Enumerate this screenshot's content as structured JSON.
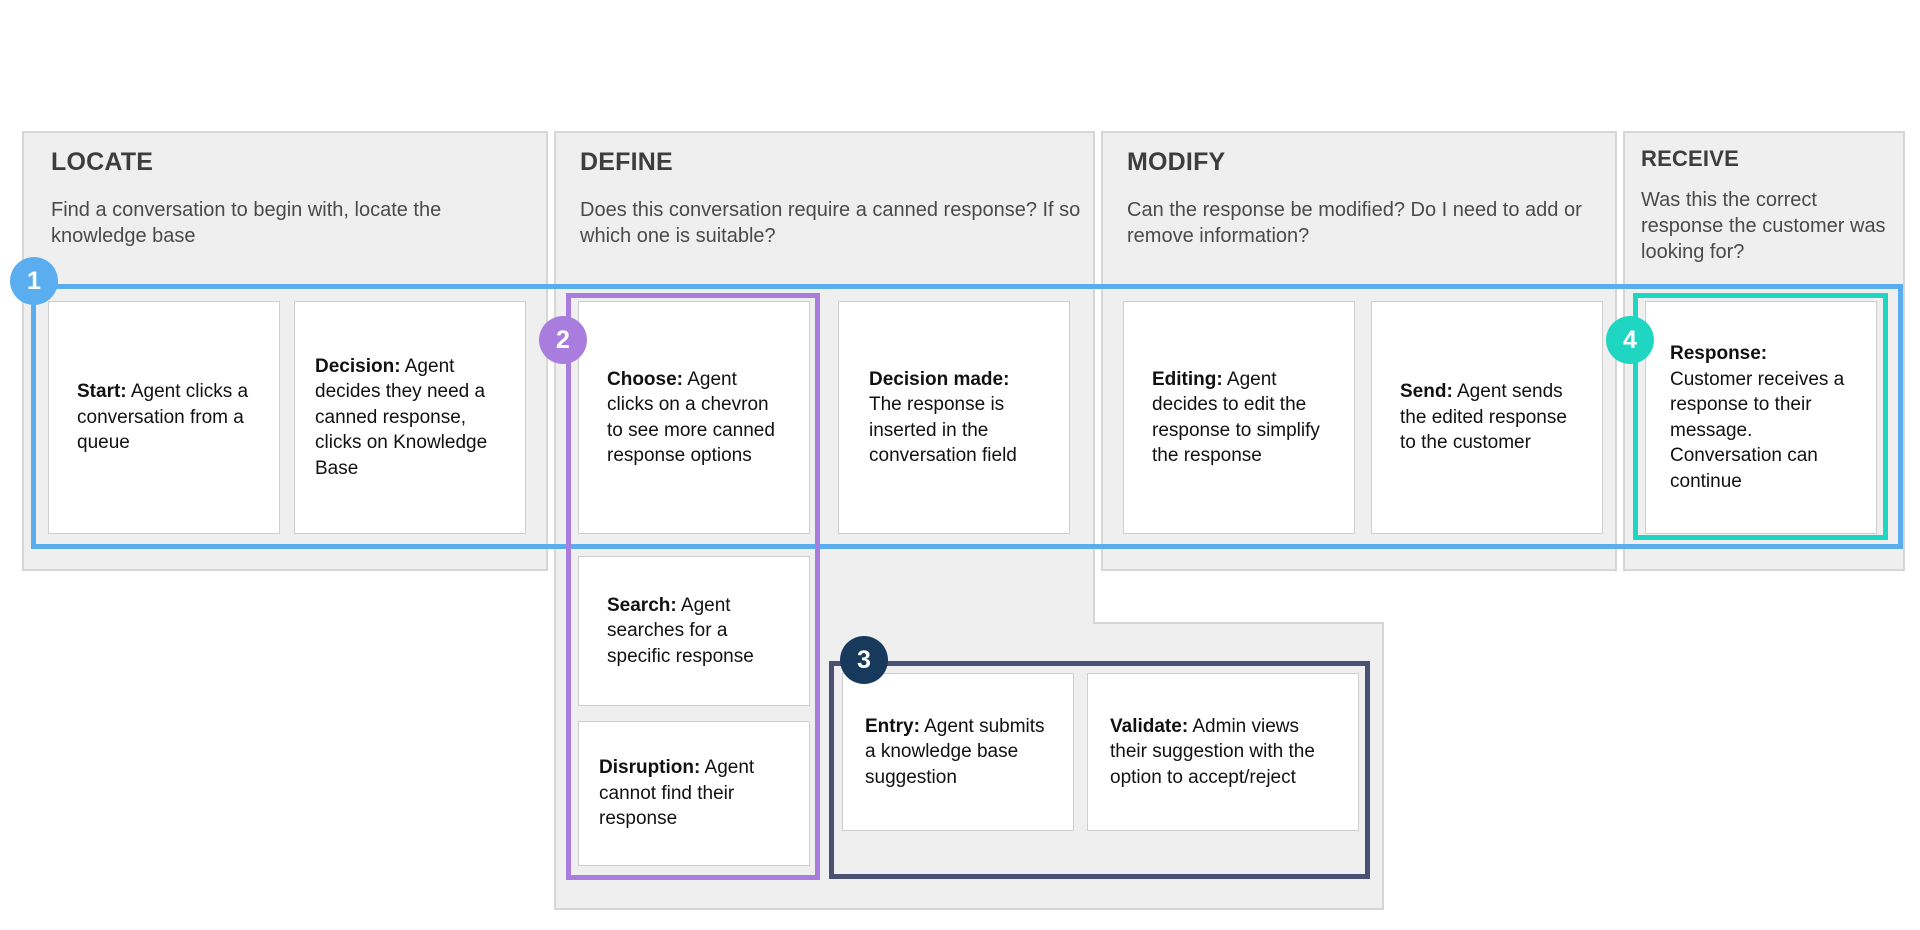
{
  "colors": {
    "phase_bg": "#efefef",
    "phase_border": "#d6d6d6",
    "frame_1": "#5aaef0",
    "frame_2": "#a97ddd",
    "frame_3": "#4a5172",
    "frame_4": "#1fd6c2",
    "badge_3": "#173a5c"
  },
  "phases": {
    "locate": {
      "title": "LOCATE",
      "desc": "Find a conversation to begin with, locate the knowledge base"
    },
    "define": {
      "title": "DEFINE",
      "desc": "Does this conversation require a canned response? If so which one is suitable?"
    },
    "modify": {
      "title": "MODIFY",
      "desc": "Can the response be modified? Do I need to add or remove information?"
    },
    "receive": {
      "title": "RECEIVE",
      "desc": "Was this the correct response the customer was looking for?"
    }
  },
  "cards": {
    "start": {
      "label": "Start:",
      "text": " Agent clicks a conversation from a queue"
    },
    "decision": {
      "label": "Decision:",
      "text": " Agent decides they need a canned response, clicks on Knowledge Base"
    },
    "choose": {
      "label": "Choose:",
      "text": " Agent clicks on a chevron to see more canned response options"
    },
    "decision_made": {
      "label": "Decision made:",
      "text": " The response is inserted in the conversation field"
    },
    "editing": {
      "label": "Editing:",
      "text": " Agent decides to edit the response to simplify the response"
    },
    "send": {
      "label": "Send:",
      "text": " Agent sends the edited response to the customer"
    },
    "response": {
      "label": "Response:",
      "text": " Customer receives a response to their message. Conversation can continue"
    },
    "search": {
      "label": "Search:",
      "text": " Agent searches for a specific response"
    },
    "disruption": {
      "label": "Disruption:",
      "text": " Agent cannot find their response"
    },
    "entry": {
      "label": "Entry:",
      "text": " Agent submits a knowledge base suggestion"
    },
    "validate": {
      "label": "Validate:",
      "text": " Admin views their suggestion with the option to accept/reject"
    }
  },
  "badges": {
    "one": "1",
    "two": "2",
    "three": "3",
    "four": "4"
  }
}
